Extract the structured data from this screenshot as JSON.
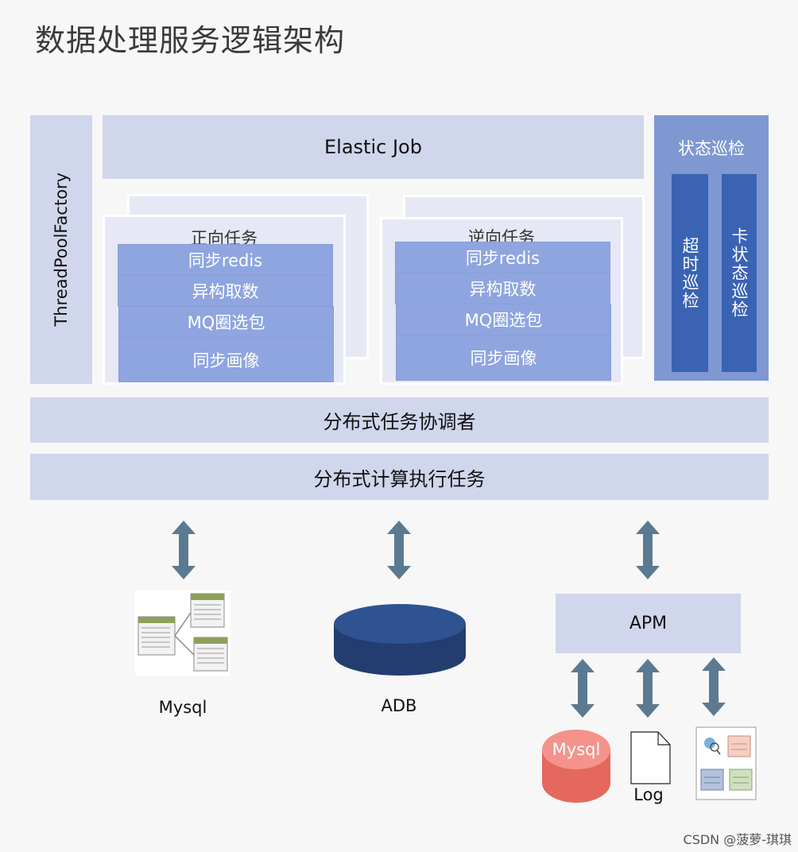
{
  "title": "数据处理服务逻辑架构",
  "thread_pool": "ThreadPoolFactory",
  "elastic_job": "Elastic Job",
  "forward": {
    "title": "正向任务",
    "items": [
      "同步redis",
      "异构取数",
      "MQ圈选包",
      "同步画像"
    ]
  },
  "reverse": {
    "title": "逆向任务",
    "items": [
      "同步redis",
      "异构取数",
      "MQ圈选包",
      "同步画像"
    ]
  },
  "status": {
    "title": "状态巡检",
    "items": [
      "超时巡检",
      "卡状态巡检"
    ]
  },
  "coordinator": "分布式任务协调者",
  "compute": "分布式计算执行任务",
  "mysql_label": "Mysql",
  "adb_label": "ADB",
  "apm_label": "APM",
  "apm_mysql_label": "Mysql",
  "log_label": "Log",
  "footer": "CSDN @菠萝-琪琪",
  "colors": {
    "panel": "#d0d6eb",
    "task_row": "#8fa5e0",
    "status_panel": "#7f98d2",
    "status_col": "#3a63b4",
    "arrow": "#5b7a91",
    "adb": "#2c4a84",
    "mysql_db": "#e8756a"
  }
}
